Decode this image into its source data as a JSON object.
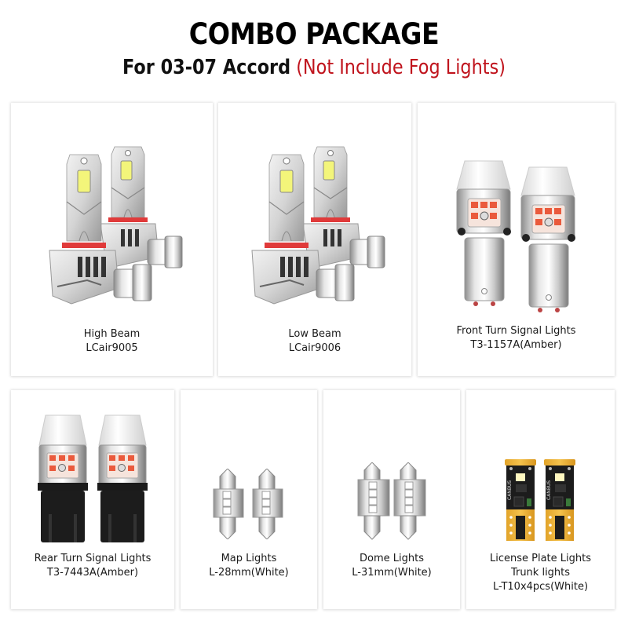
{
  "header": {
    "title": "COMBO PACKAGE",
    "subtitle_main": "For 03-07 Accord",
    "subtitle_note": "(Not Include Fog Lights)",
    "note_color": "#c0141d"
  },
  "products": [
    {
      "name": "High Beam",
      "model": "LCair9005",
      "icon": "led-headlight-bulb-pair-icon"
    },
    {
      "name": "Low Beam",
      "model": "LCair9006",
      "icon": "led-headlight-bulb-pair-icon"
    },
    {
      "name": "Front Turn Signal Lights",
      "model": "T3-1157A(Amber)",
      "icon": "1157-turn-signal-bulb-pair-icon"
    },
    {
      "name": "Rear Turn Signal Lights",
      "model": "T3-7443A(Amber)",
      "icon": "7443-turn-signal-bulb-pair-icon"
    },
    {
      "name": "Map Lights",
      "model": "L-28mm(White)",
      "icon": "festoon-bulb-pair-icon"
    },
    {
      "name": "Dome Lights",
      "model": "L-31mm(White)",
      "icon": "festoon-bulb-pair-icon"
    },
    {
      "name": "License Plate Lights",
      "name2": "Trunk lights",
      "model": "L-T10x4pcs(White)",
      "icon": "t10-canbus-bulb-pair-icon",
      "chip_text": "CANBUS"
    }
  ]
}
